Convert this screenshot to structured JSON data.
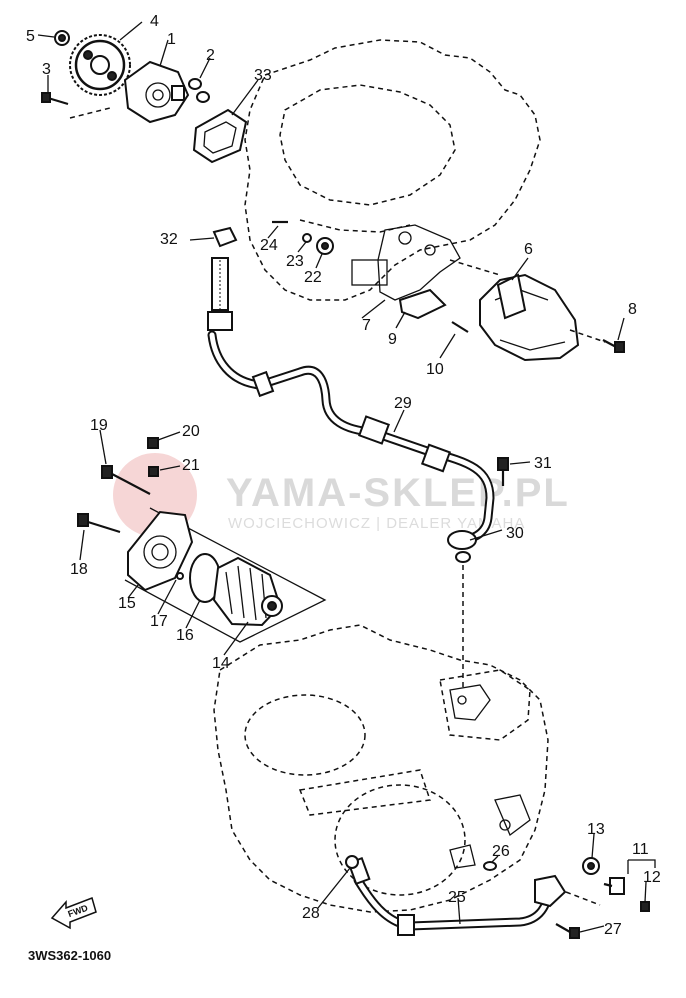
{
  "watermark": {
    "brand": "YAMA-SKLEP.PL",
    "tagline": "WOJCIECHOWICZ | DEALER YAMAHA"
  },
  "diagram_code": "3WS362-1060",
  "fwd_label": "FWD",
  "callouts": {
    "c1": "1",
    "c2": "2",
    "c3": "3",
    "c4": "4",
    "c5": "5",
    "c6": "6",
    "c7": "7",
    "c8": "8",
    "c9": "9",
    "c10": "10",
    "c11": "11",
    "c12": "12",
    "c13": "13",
    "c14": "14",
    "c15": "15",
    "c16": "16",
    "c17": "17",
    "c18": "18",
    "c19": "19",
    "c20": "20",
    "c21": "21",
    "c22": "22",
    "c23": "23",
    "c24": "24",
    "c25": "25",
    "c26": "26",
    "c27": "27",
    "c28": "28",
    "c29": "29",
    "c30": "30",
    "c31": "31",
    "c32": "32",
    "c33": "33"
  }
}
